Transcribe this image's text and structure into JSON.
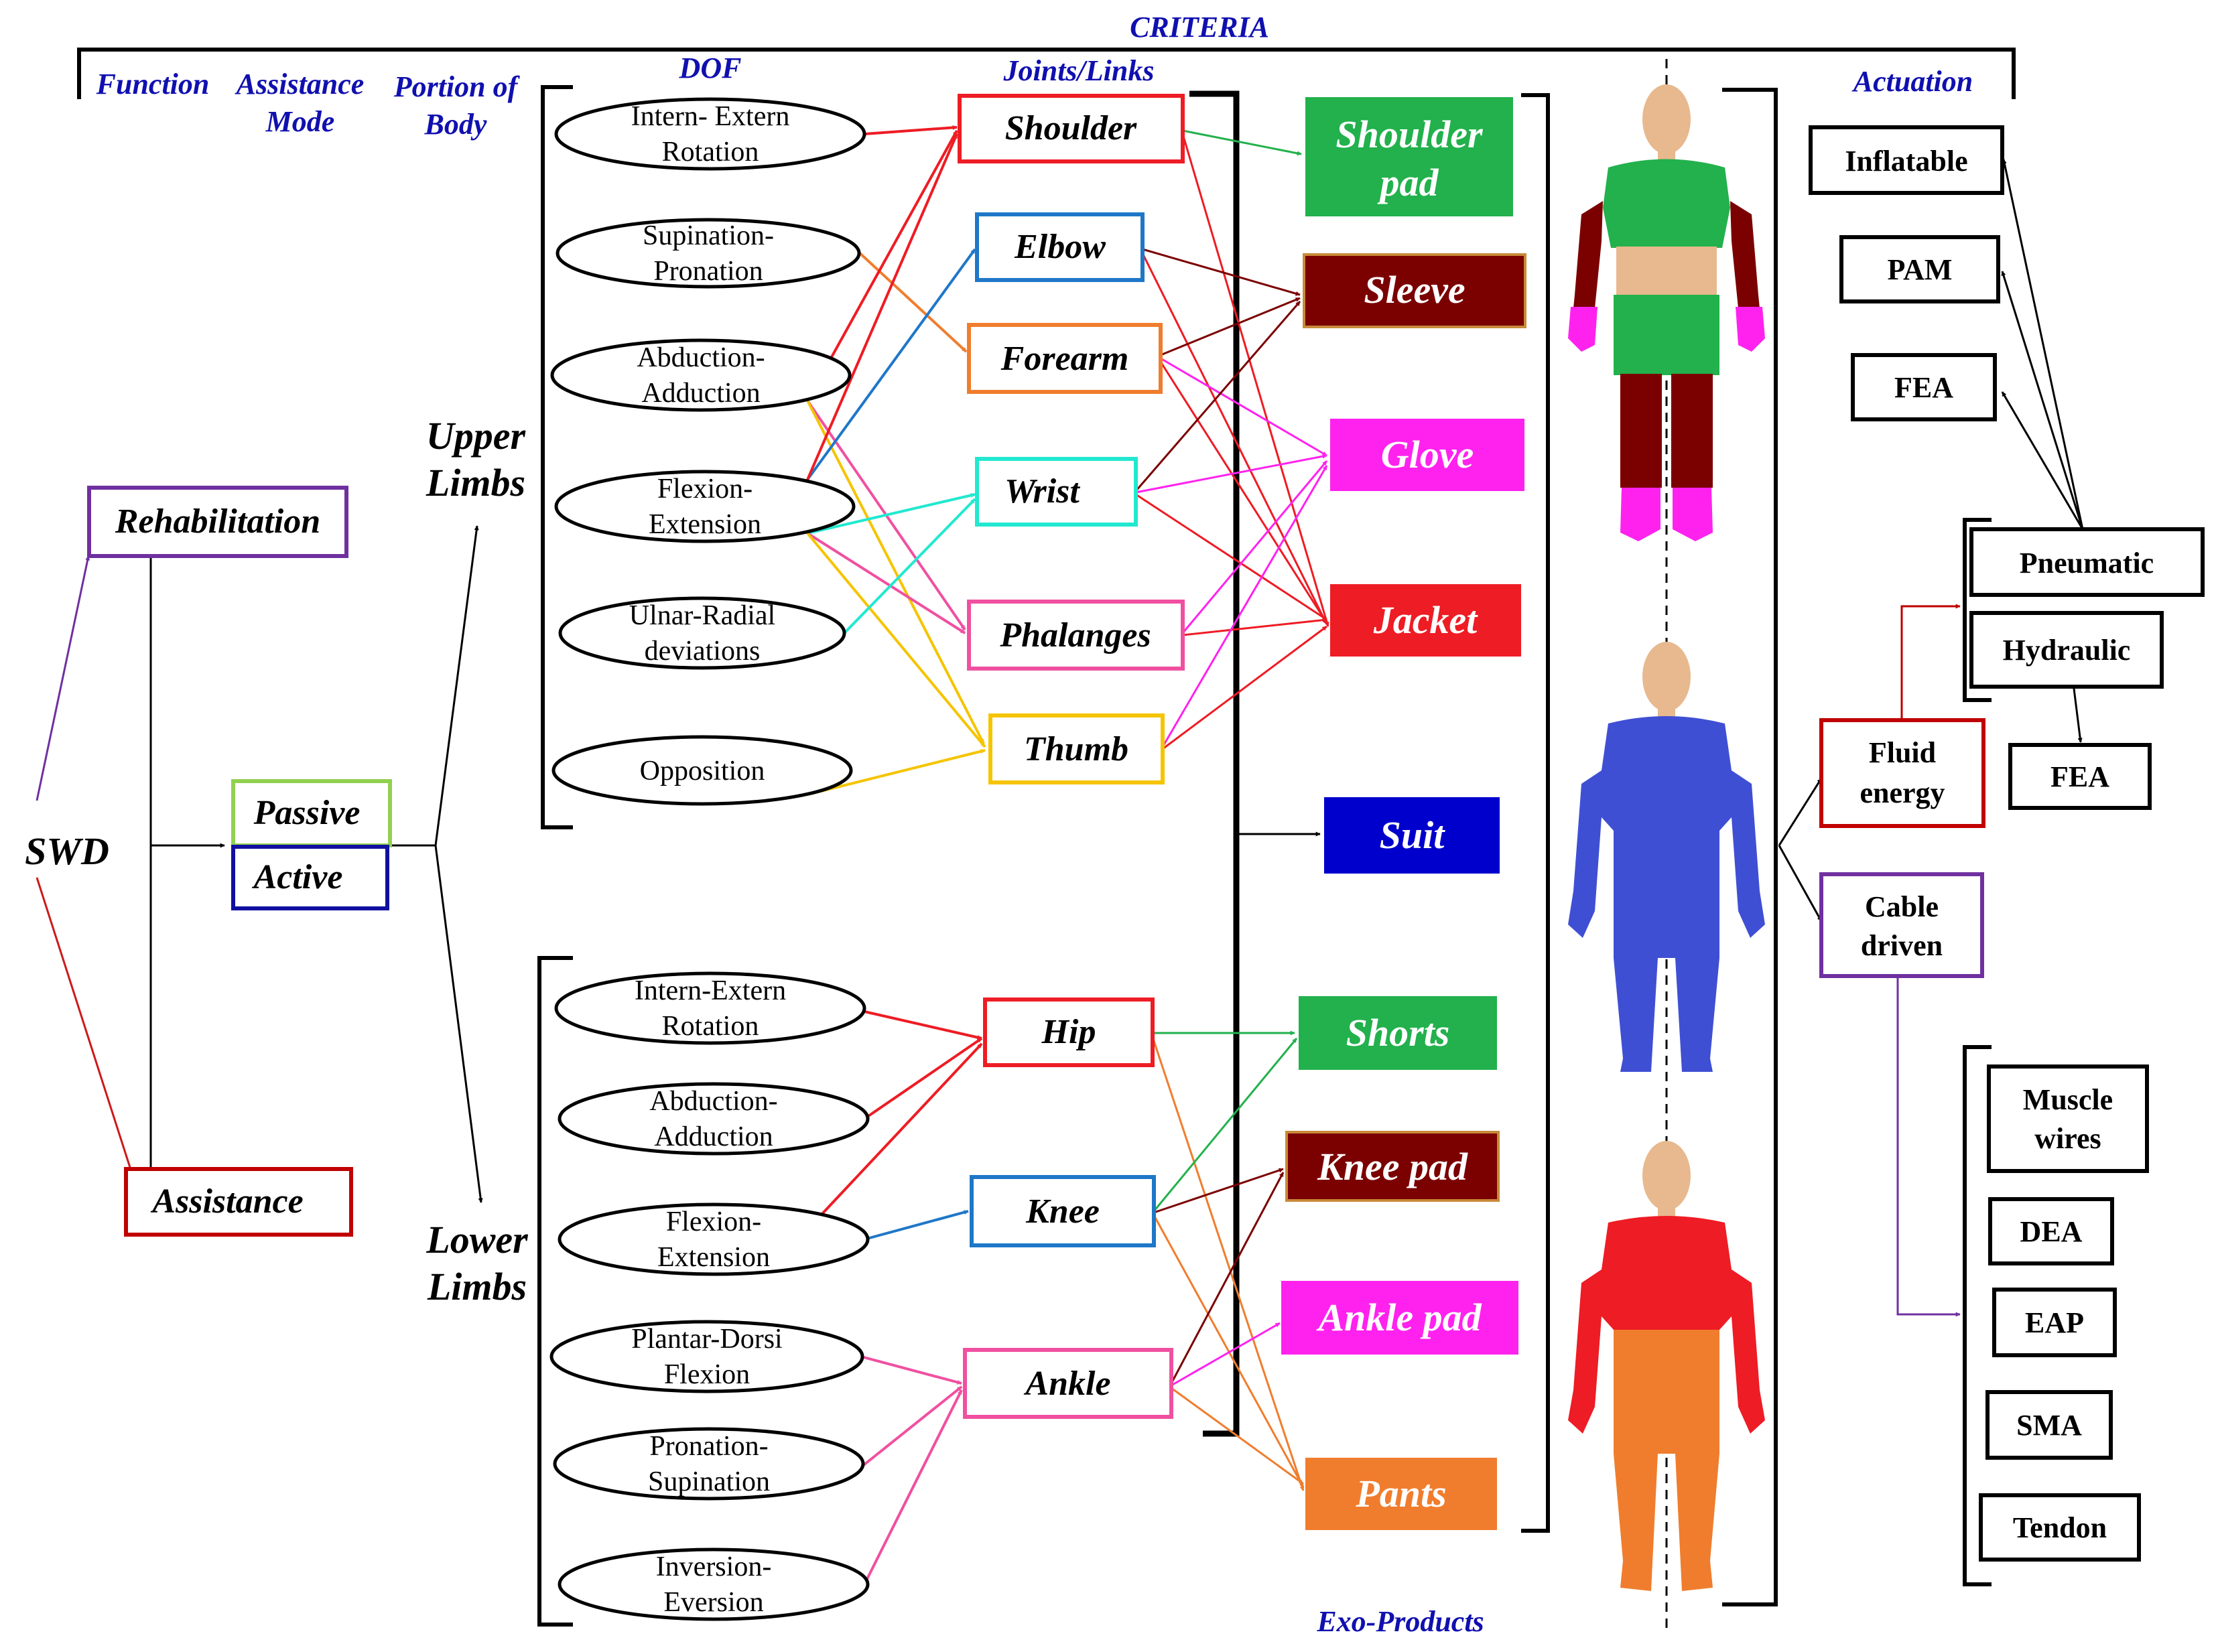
{
  "headers": {
    "criteria": "CRITERIA",
    "function": "Function",
    "assistance_mode": [
      "Assistance",
      "Mode"
    ],
    "portion_of_body": [
      "Portion of",
      "Body"
    ],
    "dof": "DOF",
    "joints_links": "Joints/Links",
    "actuation": "Actuation",
    "exo_products": "Exo-Products"
  },
  "root": "SWD",
  "functions": {
    "rehabilitation": "Rehabilitation",
    "assistance": "Assistance"
  },
  "modes": {
    "passive": "Passive",
    "active": "Active"
  },
  "body_portions": {
    "upper": [
      "Upper",
      "Limbs"
    ],
    "lower": [
      "Lower",
      "Limbs"
    ]
  },
  "dof_upper": [
    [
      "Intern- Extern",
      "Rotation"
    ],
    [
      "Supination-",
      "Pronation"
    ],
    [
      "Abduction-",
      "Adduction"
    ],
    [
      "Flexion-",
      "Extension"
    ],
    [
      "Ulnar-Radial",
      "deviations"
    ],
    [
      "Opposition"
    ]
  ],
  "dof_lower": [
    [
      "Intern-Extern",
      "Rotation"
    ],
    [
      "Abduction-",
      "Adduction"
    ],
    [
      "Flexion-",
      "Extension"
    ],
    [
      "Plantar-Dorsi",
      "Flexion"
    ],
    [
      "Pronation-",
      "Supination"
    ],
    [
      "Inversion-",
      "Eversion"
    ]
  ],
  "joints": {
    "shoulder": "Shoulder",
    "elbow": "Elbow",
    "forearm": "Forearm",
    "wrist": "Wrist",
    "phalanges": "Phalanges",
    "thumb": "Thumb",
    "hip": "Hip",
    "knee": "Knee",
    "ankle": "Ankle"
  },
  "products": {
    "shoulder_pad": [
      "Shoulder",
      "pad"
    ],
    "sleeve": "Sleeve",
    "glove": "Glove",
    "jacket": "Jacket",
    "suit": "Suit",
    "shorts": "Shorts",
    "knee_pad": "Knee pad",
    "ankle_pad": "Ankle pad",
    "pants": "Pants"
  },
  "actuation": {
    "inflatable": "Inflatable",
    "pam": "PAM",
    "fea_top": "FEA",
    "pneumatic": "Pneumatic",
    "hydraulic": "Hydraulic",
    "fea_bottom": "FEA",
    "fluid_energy": [
      "Fluid",
      "energy"
    ],
    "cable_driven": [
      "Cable",
      "driven"
    ],
    "muscle_wires": [
      "Muscle",
      "wires"
    ],
    "dea": "DEA",
    "eap": "EAP",
    "sma": "SMA",
    "tendon": "Tendon"
  },
  "colors": {
    "header_blue": "#1010b0",
    "green": "#22b14c",
    "maroon": "#7b0000",
    "magenta": "#ff22ee",
    "red": "#ee1c24",
    "blue": "#0000cc",
    "orange": "#f07d2d",
    "figure_blue": "#3f4fd4",
    "skin": "#e8b98e",
    "purple": "#7030a0",
    "light_blue": "#1f77c8",
    "cyan": "#22e8d0",
    "gold": "#f5c400",
    "pink": "#f050a0"
  }
}
